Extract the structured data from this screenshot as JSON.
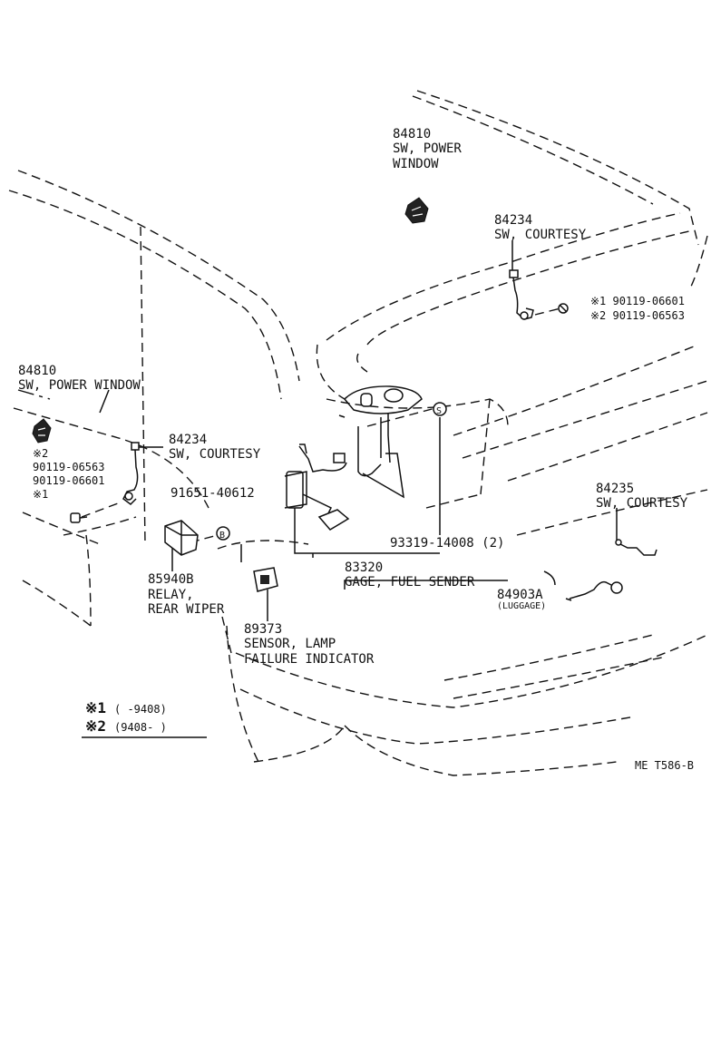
{
  "callouts": {
    "sw_power_window_top": {
      "part_no": "84810",
      "line1": "SW, POWER",
      "line2": "WINDOW"
    },
    "sw_courtesy_top": {
      "part_no": "84234",
      "name": "SW, COURTESY"
    },
    "screw_top": {
      "line1": "※1 90119-06601",
      "line2": "※2 90119-06563"
    },
    "sw_power_window_left": {
      "part_no": "84810",
      "name": "SW, POWER WINDOW"
    },
    "screw_left": {
      "line1": "※2",
      "line2": "90119-06563",
      "line3": "90119-06601",
      "line4": "※1"
    },
    "sw_courtesy_mid": {
      "part_no": "84234",
      "name": "SW, COURTESY"
    },
    "bolt": {
      "part_no": "91651-40612"
    },
    "relay": {
      "part_no": "85940B",
      "line1": "RELAY,",
      "line2": "REAR WIPER"
    },
    "sensor": {
      "part_no": "89373",
      "line1": "SENSOR, LAMP",
      "line2": "FAILURE INDICATOR"
    },
    "gage": {
      "part_no": "83320",
      "name": "GAGE, FUEL SENDER"
    },
    "screw_s": {
      "part_no": "93319-14008 (2)"
    },
    "sw_courtesy_right": {
      "part_no": "84235",
      "name": "SW, COURTESY"
    },
    "luggage_sw": {
      "part_no": "84903A",
      "name": "(LUGGAGE)"
    }
  },
  "legend": {
    "row1_mark": "※1",
    "row1_range": "(     -9408)",
    "row2_mark": "※2",
    "row2_range": "(9408-      )"
  },
  "markers": {
    "b": "B",
    "s": "S"
  },
  "diagram_code": "ME T586-B"
}
